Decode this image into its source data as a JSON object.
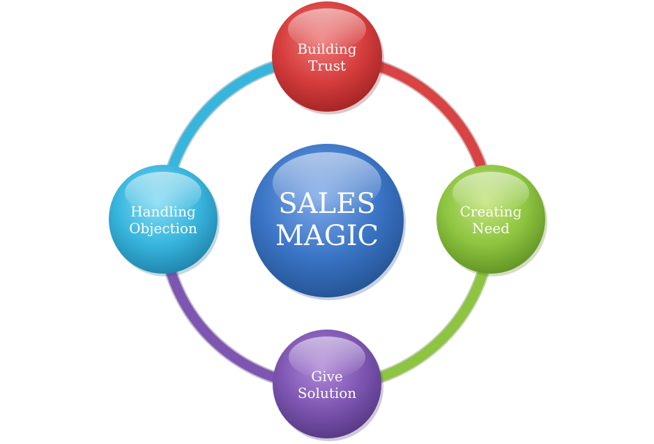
{
  "center": {
    "line1": "SALES",
    "line2": "MAGIC",
    "color": "#3b75c6"
  },
  "nodes": [
    {
      "id": "building-trust",
      "line1": "Building",
      "line2": "Trust",
      "color": "#d63d3d"
    },
    {
      "id": "creating-need",
      "line1": "Creating",
      "line2": "Need",
      "color": "#8dc440"
    },
    {
      "id": "give-solution",
      "line1": "Give",
      "line2": "Solution",
      "color": "#7e56b2"
    },
    {
      "id": "handling-objection",
      "line1": "Handling",
      "line2": "Objection",
      "color": "#38b5dd"
    }
  ]
}
